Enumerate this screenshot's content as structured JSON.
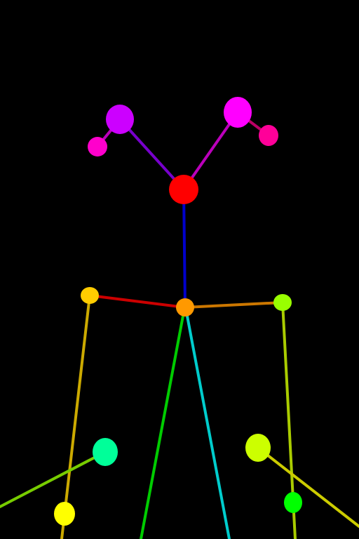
{
  "scene": {
    "background": "#000000",
    "keypoints": [
      {
        "id": "head",
        "color": "#ff0000"
      },
      {
        "id": "left-eye",
        "color": "#cc00ff"
      },
      {
        "id": "left-ear",
        "color": "#ff00cc"
      },
      {
        "id": "right-eye",
        "color": "#ff00ff"
      },
      {
        "id": "right-ear",
        "color": "#ff0099"
      },
      {
        "id": "neck",
        "color": "#ff9900"
      },
      {
        "id": "left-shoulder",
        "color": "#ffcc00"
      },
      {
        "id": "right-shoulder",
        "color": "#99ff00"
      },
      {
        "id": "left-elbow",
        "color": "#00ff99"
      },
      {
        "id": "right-elbow",
        "color": "#ccff00"
      },
      {
        "id": "left-wrist",
        "color": "#ffff00"
      },
      {
        "id": "right-wrist",
        "color": "#00ff00"
      }
    ],
    "limbs": [
      {
        "id": "head-to-left-eye",
        "color": "#7700cc"
      },
      {
        "id": "left-eye-to-left-ear",
        "color": "#bb00bb"
      },
      {
        "id": "head-to-right-eye",
        "color": "#bb00bb"
      },
      {
        "id": "right-eye-to-right-ear",
        "color": "#bb0066"
      },
      {
        "id": "head-to-neck",
        "color": "#0000cc"
      },
      {
        "id": "neck-to-left-shoulder",
        "color": "#cc0000"
      },
      {
        "id": "neck-to-right-shoulder",
        "color": "#cc7700"
      },
      {
        "id": "left-shoulder-to-left-wrist",
        "color": "#ccaa00"
      },
      {
        "id": "right-shoulder-to-right-wrist",
        "color": "#aacc00"
      },
      {
        "id": "left-elbow-to-edge",
        "color": "#77cc00"
      },
      {
        "id": "right-elbow-to-edge",
        "color": "#cccc00"
      },
      {
        "id": "neck-to-left-hip",
        "color": "#00cc00"
      },
      {
        "id": "neck-to-right-hip",
        "color": "#00cccc"
      }
    ]
  }
}
